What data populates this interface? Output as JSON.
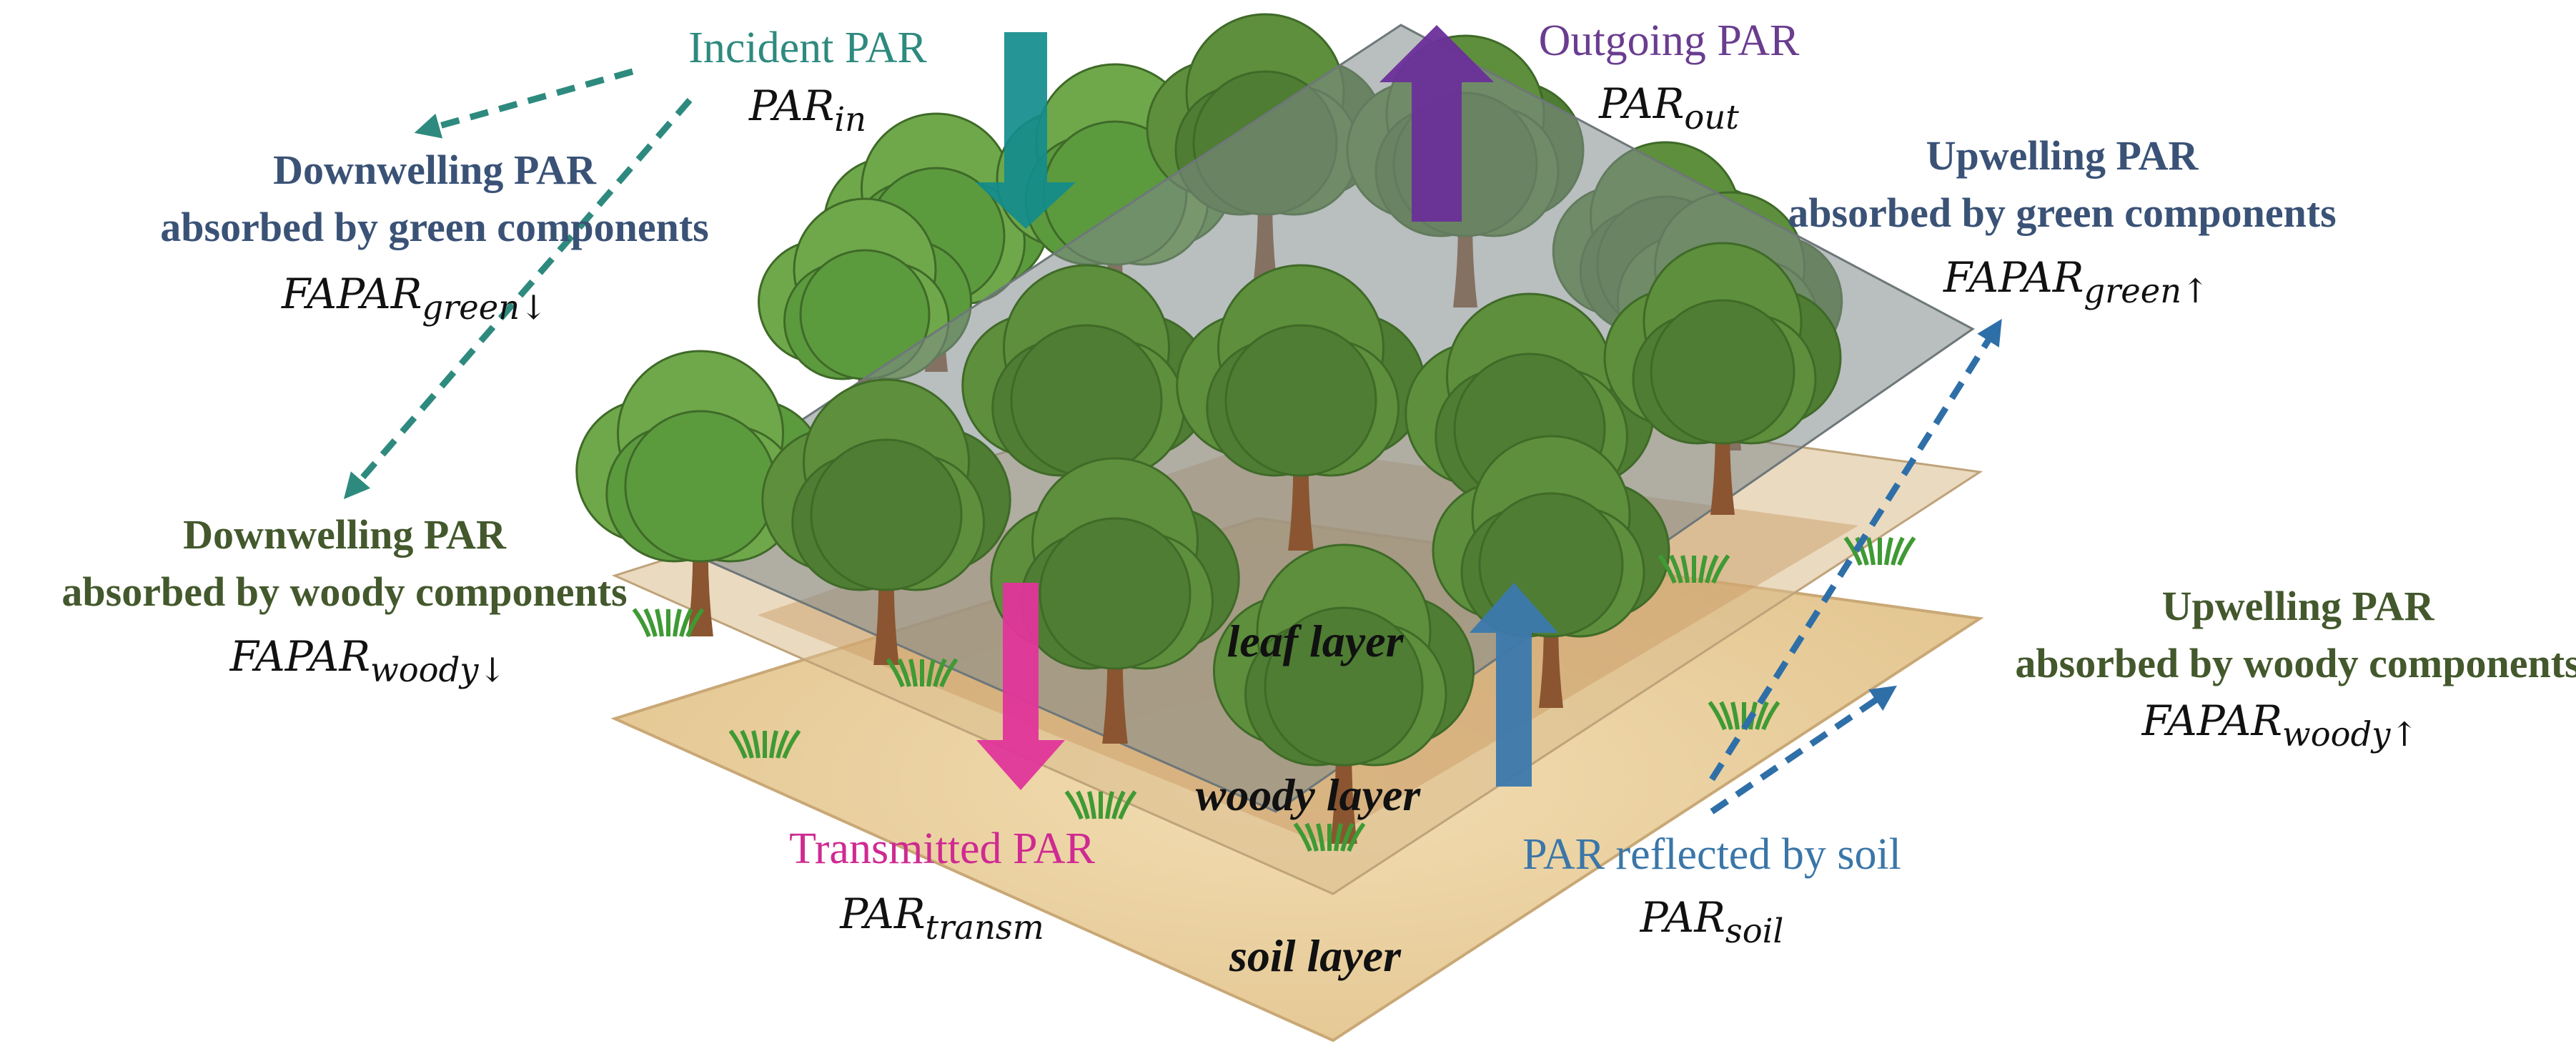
{
  "colors": {
    "incident": "#2e8a7e",
    "outgoing": "#6a3d8f",
    "green_components": "#3a5276",
    "woody_components": "#43582c",
    "transmitted": "#cf2a92",
    "soil_reflected": "#3a76a8",
    "soil": "#e8cfa0",
    "canopy_plane": "#8a9496",
    "foliage": "#5e8f3c",
    "trunk": "#8a5530"
  },
  "labels": {
    "incident": {
      "title": "Incident PAR",
      "sym": "PAR",
      "sub": "in"
    },
    "outgoing": {
      "title": "Outgoing PAR",
      "sym": "PAR",
      "sub": "out"
    },
    "down_green": {
      "line1": "Downwelling PAR",
      "line2": "absorbed by green components",
      "sym": "FAPAR",
      "sub": "green↓"
    },
    "up_green": {
      "line1": "Upwelling PAR",
      "line2": "absorbed by green components",
      "sym": "FAPAR",
      "sub": "green↑"
    },
    "down_woody": {
      "line1": "Downwelling PAR",
      "line2": "absorbed by woody components",
      "sym": "FAPAR",
      "sub": "woody↓"
    },
    "up_woody": {
      "line1": "Upwelling PAR",
      "line2": "absorbed by woody components",
      "sym": "FAPAR",
      "sub": "woody↑"
    },
    "transmitted": {
      "title": "Transmitted PAR",
      "sym": "PAR",
      "sub": "transm"
    },
    "soil_reflected": {
      "title": "PAR reflected by soil",
      "sym": "PAR",
      "sub": "soil"
    }
  },
  "layers": {
    "leaf": "leaf layer",
    "woody": "woody layer",
    "soil": "soil layer"
  },
  "icons": {
    "incident_arrow": "arrow-down-icon",
    "outgoing_arrow": "arrow-up-icon",
    "transmitted_arrow": "arrow-down-icon",
    "soil_arrow": "arrow-up-icon",
    "tree": "tree-icon"
  }
}
